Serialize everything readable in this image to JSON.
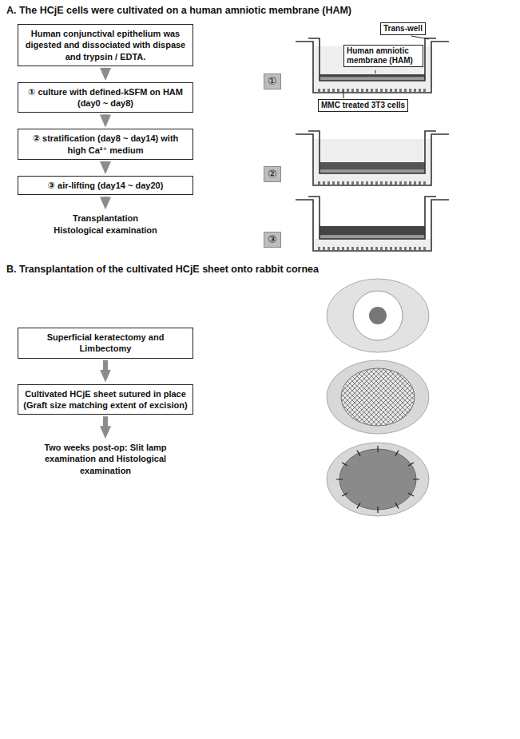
{
  "diagram": {
    "nodes": [
      {
        "text": [
          "Human conjunctival epithelium was digested and dissociated with dispase and trypsin / EDTA."
        ]
      },
      {
        "text": [
          "Trans-well"
        ]
      },
      {
        "text": [
          "Human amniotic membrane (HAM)"
        ]
      },
      {
        "text": [
          "① culture with defined-kSFM on HAM (day0 ~ day8)"
        ]
      },
      {
        "text": [
          "①"
        ]
      },
      {
        "text": [
          "MMC treated 3T3 cells"
        ]
      },
      {
        "text": [
          "② stratification (day8 ~ day14) with high Ca²⁺ medium"
        ]
      },
      {
        "text": [
          "②"
        ]
      },
      {
        "text": [
          "③ air-lifting (day14 ~ day20)"
        ]
      },
      {
        "text": [
          "③"
        ]
      },
      {
        "text": [
          "Transplantation Histological examination"
        ]
      },
      {
        "text": [
          "Superficial keratectomy and Limbectomy"
        ]
      },
      {
        "text": [
          "Cultivated HCjE sheet sutured in place (Graft size matching extent of excision)"
        ]
      },
      {
        "text": [
          "Two weeks post-op: Slit lamp examination and Histological examination"
        ]
      }
    ],
    "edges": [
      {
        "from": 0,
        "to": 3,
        "arrow": "to"
      },
      {
        "from": 3,
        "to": 6,
        "arrow": "to"
      },
      {
        "from": 6,
        "to": 8,
        "arrow": "to"
      },
      {
        "from": 8,
        "to": 10,
        "arrow": "to"
      },
      {
        "from": 11,
        "to": 12,
        "arrow": "to"
      },
      {
        "from": 12,
        "to": 13,
        "arrow": "to"
      }
    ],
    "labels": [
      "A. The HCjE cells were cultivated on a human amniotic membrane (HAM)",
      "B. Transplantation of the cultivated HCjE sheet onto rabbit cornea"
    ]
  }
}
